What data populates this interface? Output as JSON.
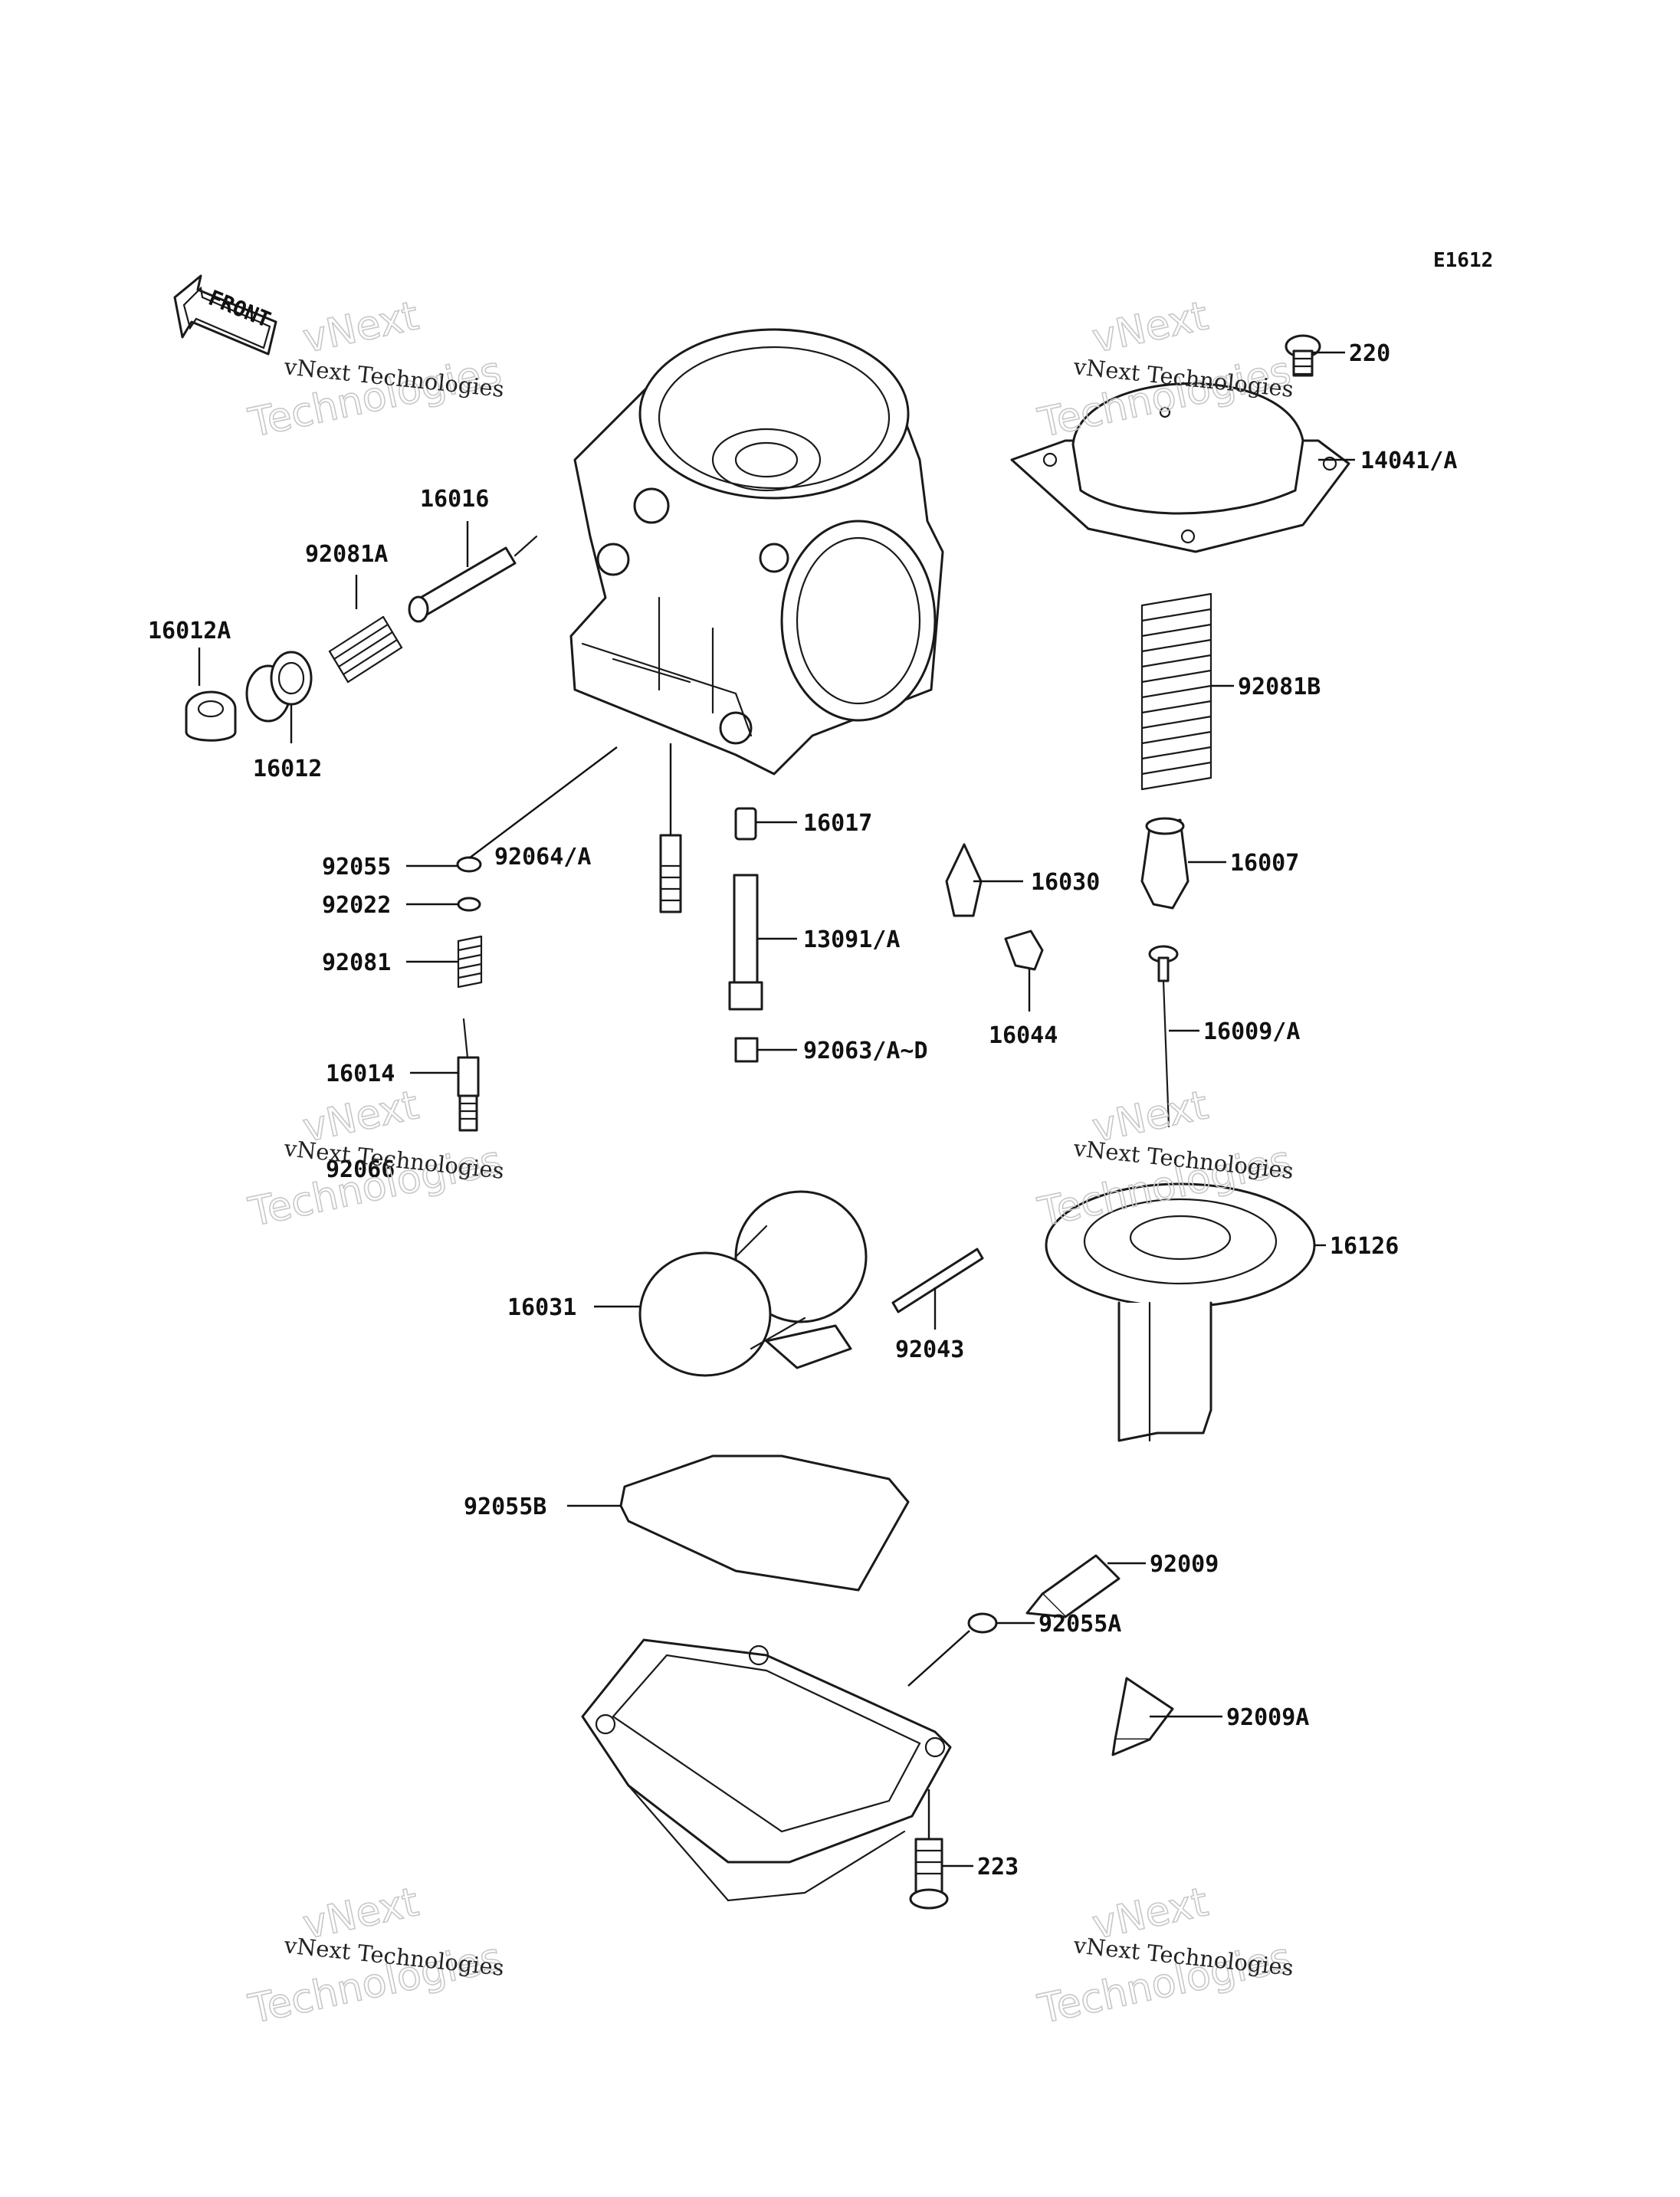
{
  "diagram": {
    "code": "E1612",
    "front_label": "FRONT",
    "watermark_small": "vNext Technologies",
    "watermark_big_1": "vNext",
    "watermark_big_2": "Technologies"
  },
  "parts": {
    "p220": "220",
    "p14041": "14041/A",
    "p16016": "16016",
    "p92081A": "92081A",
    "p16012A": "16012A",
    "p16012": "16012",
    "p92081B": "92081B",
    "p92055": "92055",
    "p92064": "92064/A",
    "p16017": "16017",
    "p16030": "16030",
    "p16007": "16007",
    "p92022": "92022",
    "p13091": "13091/A",
    "p92081": "92081",
    "p16044": "16044",
    "p16009": "16009/A",
    "p92063": "92063/A~D",
    "p16014": "16014",
    "p92066": "92066",
    "p16126": "16126",
    "p16031": "16031",
    "p92043": "92043",
    "p92055B": "92055B",
    "p92009": "92009",
    "p92055A": "92055A",
    "p92009A": "92009A",
    "p223": "223"
  }
}
